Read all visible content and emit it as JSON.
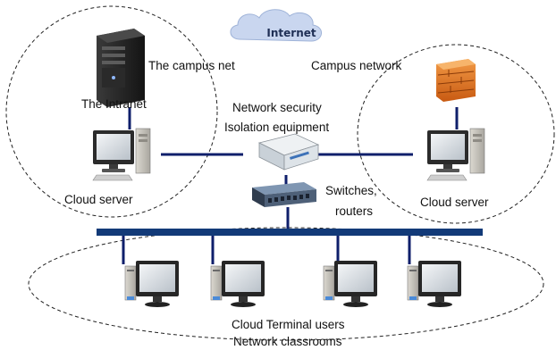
{
  "labels": {
    "internet": "Internet",
    "campus_net": "The campus net",
    "intranet": "The Intranet",
    "campus_network": "Campus network",
    "security_line1": "Network security",
    "security_line2": "Isolation equipment",
    "switches_line1": "Switches,",
    "switches_line2": "routers",
    "cloud_server_left": "Cloud server",
    "cloud_server_right": "Cloud server",
    "terminal_users": "Cloud Terminal users",
    "classrooms": "Network classrooms"
  },
  "colors": {
    "link": "#0f1f6b",
    "bus": "#123a78",
    "cloud": "#c7d4ee",
    "firewall": "#e07a1e",
    "dashed": "#222222"
  },
  "icons": [
    "server-tower-icon",
    "firewall-icon",
    "isolation-device-icon",
    "switch-icon",
    "desktop-pc-icon",
    "cloud-icon"
  ]
}
